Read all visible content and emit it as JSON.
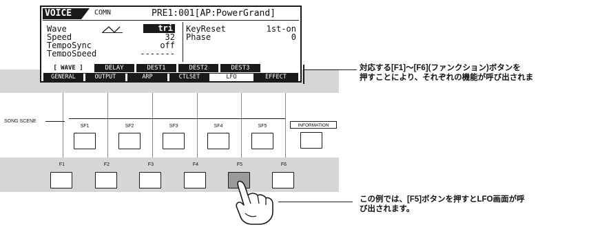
{
  "lcd": {
    "tab": "VOICE",
    "subtab": "COMN",
    "patch": "PRE1:001[AP:PowerGrand]",
    "params_left": [
      {
        "label": "Wave",
        "value": "tri"
      },
      {
        "label": "Speed",
        "value": "32"
      },
      {
        "label": "TempoSync",
        "value": "off"
      },
      {
        "label": "TempoSpeed",
        "value": "-------"
      }
    ],
    "params_right": [
      {
        "label": "KeyReset",
        "value": "1st-on"
      },
      {
        "label": "Phase",
        "value": "0"
      }
    ],
    "function_tabs": [
      "[ WAVE ]",
      "DELAY",
      "DEST1",
      "DEST2",
      "DEST3"
    ],
    "function_selected": 0,
    "sub_tabs": [
      "GENERAL",
      "OUTPUT",
      "ARP",
      "CTLSET",
      "LFO",
      "EFFECT"
    ],
    "sub_selected": 4
  },
  "scene": {
    "label": "SONG SCENE",
    "buttons": [
      "SF1",
      "SF2",
      "SF3",
      "SF4",
      "SF5"
    ],
    "info_label": "INFORMATION"
  },
  "function_keys": [
    "F1",
    "F2",
    "F3",
    "F4",
    "F5",
    "F6"
  ],
  "pressed_key": "F5",
  "notes": {
    "top": [
      "対応する[F1]～[F6](ファンクション)ボタンを",
      "押すことにより、それぞれの機能が呼び出されま"
    ],
    "bottom": [
      "この例では、[F5]ボタンを押すとLFO画面が呼",
      "び出されます。"
    ]
  },
  "colors": {
    "panel_band": "#d6d6d6",
    "pressed": "#9a9a9a",
    "lcd_ink": "#1a1a1a"
  }
}
